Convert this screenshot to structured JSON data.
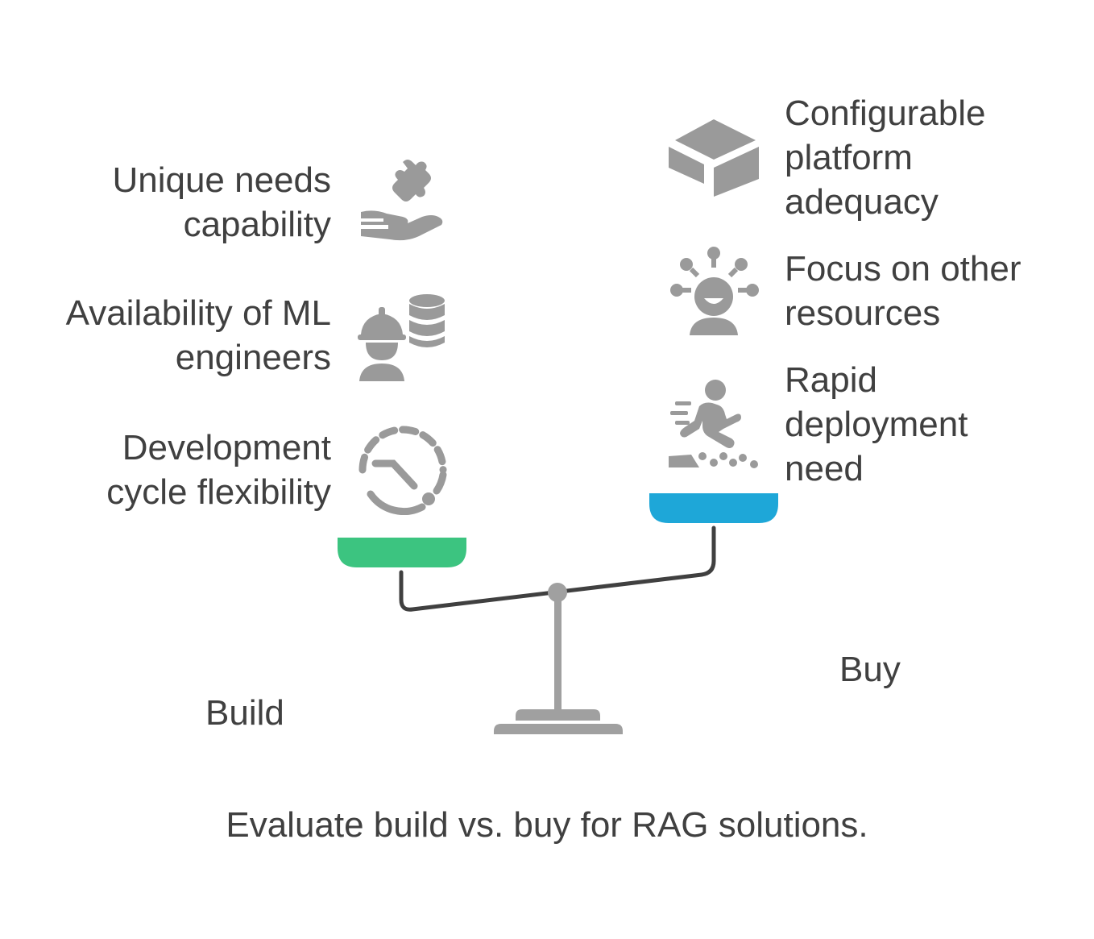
{
  "build": {
    "label": "Build",
    "pan_color": "#3CC480",
    "factors": [
      {
        "lines": [
          "Unique needs",
          "capability"
        ],
        "icon": "hand-puzzle-icon"
      },
      {
        "lines": [
          "Availability of ML",
          "engineers"
        ],
        "icon": "engineer-database-icon"
      },
      {
        "lines": [
          "Development",
          "cycle flexibility"
        ],
        "icon": "cycle-clock-icon"
      }
    ]
  },
  "buy": {
    "label": "Buy",
    "pan_color": "#1EA7D8",
    "factors": [
      {
        "lines": [
          "Configurable",
          "platform",
          "adequacy"
        ],
        "icon": "box-platform-icon"
      },
      {
        "lines": [
          "Focus on other",
          "resources"
        ],
        "icon": "person-network-icon"
      },
      {
        "lines": [
          "Rapid",
          "deployment",
          "need"
        ],
        "icon": "runner-speed-icon"
      }
    ]
  },
  "caption": "Evaluate build vs. buy for RAG solutions.",
  "colors": {
    "icon": "#9a9a9a",
    "beam": "#404040",
    "stand": "#a0a0a0",
    "text": "#404040"
  }
}
